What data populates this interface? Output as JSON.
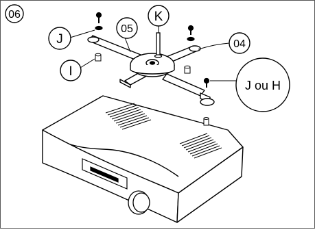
{
  "figure": {
    "step": "06",
    "callouts": {
      "j": "J",
      "k": "K",
      "i": "I",
      "step05": "05",
      "step04": "04",
      "j_or_h": "J ou H"
    }
  }
}
